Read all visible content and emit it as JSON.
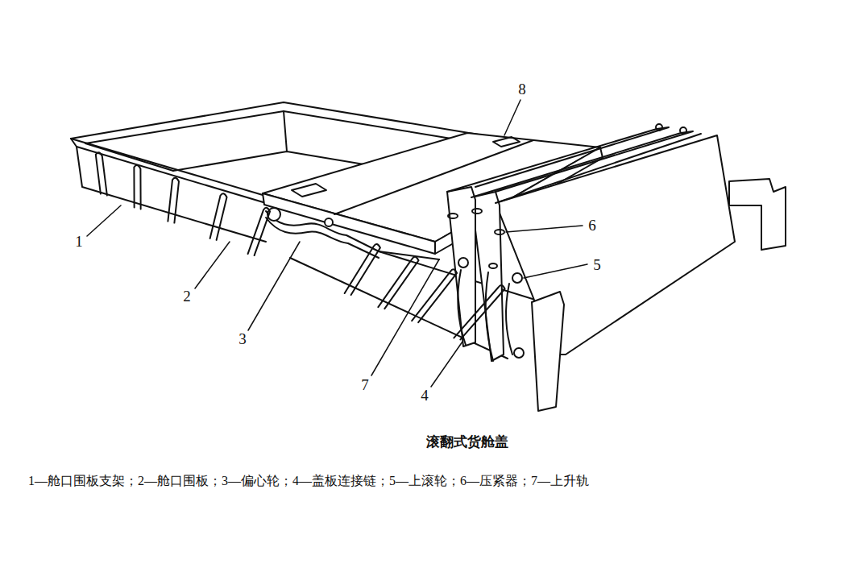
{
  "diagram": {
    "title": "滚翻式货舱盖",
    "caption": "1—舱口围板支架；2—舱口围板；3—偏心轮；4—盖板连接链；5—上滚轮；6—压紧器；7—上升轨",
    "labels": [
      "1",
      "2",
      "3",
      "4",
      "5",
      "6",
      "7",
      "8"
    ]
  }
}
